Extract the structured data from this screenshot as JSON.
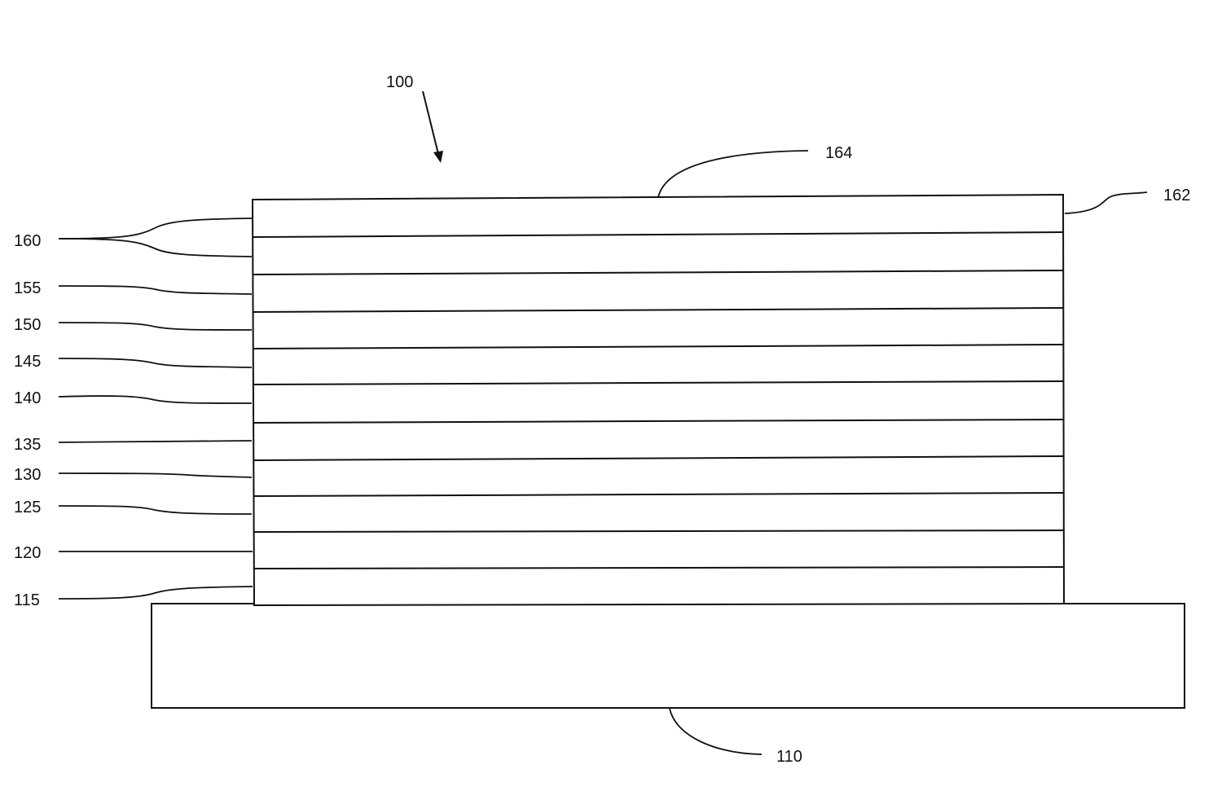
{
  "diagram": {
    "device_label": "100",
    "substrate_label": "110",
    "top_surface_label": "164",
    "side_surface_label": "162",
    "layer_labels": [
      {
        "id": "160",
        "text": "160"
      },
      {
        "id": "155",
        "text": "155"
      },
      {
        "id": "150",
        "text": "150"
      },
      {
        "id": "145",
        "text": "145"
      },
      {
        "id": "140",
        "text": "140"
      },
      {
        "id": "135",
        "text": "135"
      },
      {
        "id": "130",
        "text": "130"
      },
      {
        "id": "125",
        "text": "125"
      },
      {
        "id": "120",
        "text": "120"
      },
      {
        "id": "115",
        "text": "115"
      }
    ]
  }
}
